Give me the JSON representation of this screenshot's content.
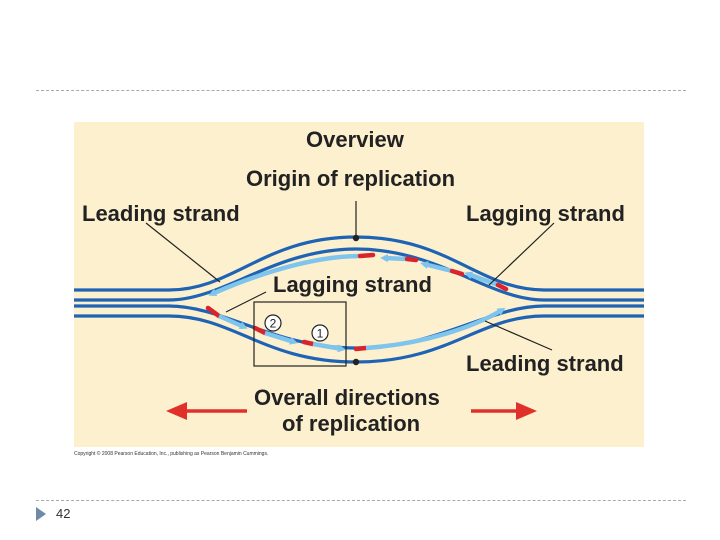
{
  "figure": {
    "title": "Overview",
    "origin_label": "Origin of replication",
    "leading_strand_top_label": "Leading strand",
    "lagging_strand_top_label": "Lagging strand",
    "lagging_strand_center_label": "Lagging strand",
    "leading_strand_bottom_label": "Leading strand",
    "directions_label_line1": "Overall directions",
    "directions_label_line2": "of replication",
    "fragment_2_number": "2",
    "fragment_1_number": "1",
    "colors": {
      "background": "#fdf0cf",
      "dna_strand": "#1e63b4",
      "new_strand": "#7fc4ec",
      "rna_primer": "#d9242b",
      "direction_arrow": "#e0302a"
    }
  },
  "copyright": "Copyright © 2008 Pearson Education, Inc., publishing as Pearson Benjamin Cummings.",
  "page_number": "42"
}
